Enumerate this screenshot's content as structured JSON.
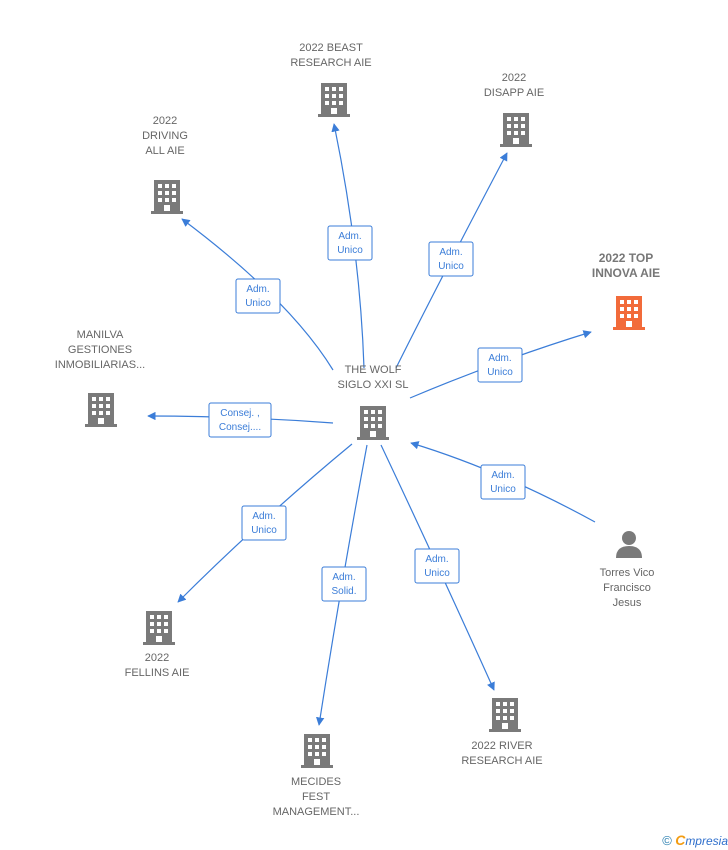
{
  "colors": {
    "edge": "#3b7dd8",
    "building": "#7a7a7a",
    "highlight": "#f26b3a",
    "label": "#666666"
  },
  "center": {
    "lines": [
      "THE WOLF",
      "SIGLO XXI  SL"
    ],
    "icon": "building-icon"
  },
  "nodes": [
    {
      "id": "beast",
      "lines": [
        "2022 BEAST",
        "RESEARCH AIE"
      ],
      "icon": "building-icon"
    },
    {
      "id": "disapp",
      "lines": [
        "2022",
        "DISAPP AIE"
      ],
      "icon": "building-icon"
    },
    {
      "id": "driving",
      "lines": [
        "2022",
        "DRIVING",
        "ALL AIE"
      ],
      "icon": "building-icon"
    },
    {
      "id": "innova",
      "lines": [
        "2022 TOP",
        "INNOVA AIE"
      ],
      "icon": "building-icon",
      "highlight": true
    },
    {
      "id": "manilva",
      "lines": [
        "MANILVA",
        "GESTIONES",
        "INMOBILIARIAS..."
      ],
      "icon": "building-icon"
    },
    {
      "id": "fellins",
      "lines": [
        "2022",
        "FELLINS AIE"
      ],
      "icon": "building-icon"
    },
    {
      "id": "mecides",
      "lines": [
        "MECIDES",
        "FEST",
        "MANAGEMENT..."
      ],
      "icon": "building-icon"
    },
    {
      "id": "river",
      "lines": [
        "2022 RIVER",
        "RESEARCH AIE"
      ],
      "icon": "building-icon"
    },
    {
      "id": "torres",
      "lines": [
        "Torres Vico",
        "Francisco",
        "Jesus"
      ],
      "icon": "person-icon"
    }
  ],
  "edges": [
    {
      "to": "beast",
      "lines": [
        "Adm.",
        "Unico"
      ]
    },
    {
      "to": "disapp",
      "lines": [
        "Adm.",
        "Unico"
      ]
    },
    {
      "to": "driving",
      "lines": [
        "Adm.",
        "Unico"
      ]
    },
    {
      "to": "innova",
      "lines": [
        "Adm.",
        "Unico"
      ]
    },
    {
      "to": "manilva",
      "lines": [
        "Consej. ,",
        "Consej...."
      ]
    },
    {
      "to": "fellins",
      "lines": [
        "Adm.",
        "Unico"
      ]
    },
    {
      "to": "mecides",
      "lines": [
        "Adm.",
        "Solid."
      ]
    },
    {
      "to": "river",
      "lines": [
        "Adm.",
        "Unico"
      ]
    },
    {
      "from": "torres",
      "to": "center",
      "lines": [
        "Adm.",
        "Unico"
      ]
    }
  ],
  "brand": {
    "copyright": "©",
    "e": "C",
    "rest": "mpresia"
  }
}
